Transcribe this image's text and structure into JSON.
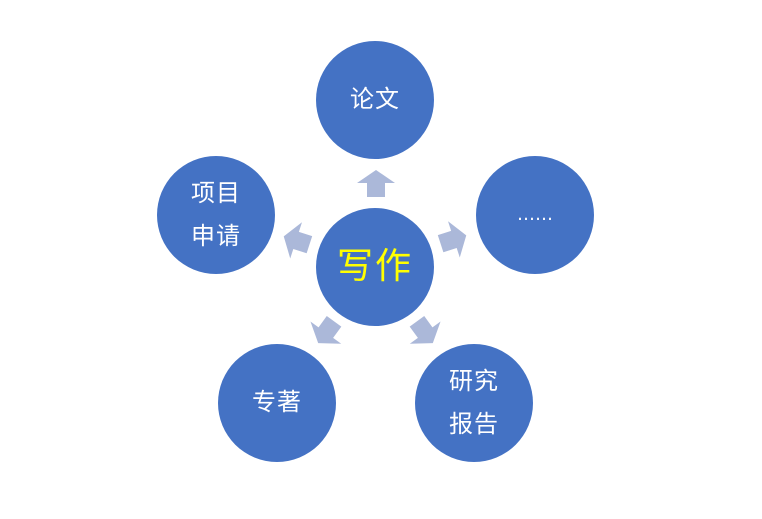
{
  "diagram": {
    "center": {
      "lines": [
        "写作"
      ]
    },
    "nodes": [
      {
        "id": "top",
        "lines": [
          "论文"
        ]
      },
      {
        "id": "right",
        "lines": [
          "……"
        ]
      },
      {
        "id": "bottom-right",
        "lines": [
          "研究",
          "报告"
        ]
      },
      {
        "id": "bottom-left",
        "lines": [
          "专著"
        ]
      },
      {
        "id": "left",
        "lines": [
          "项目",
          "申请"
        ]
      }
    ],
    "colors": {
      "node_fill": "#4472c4",
      "node_text": "#ffffff",
      "center_text": "#ffff00",
      "arrow_fill": "#abb8d9"
    }
  }
}
